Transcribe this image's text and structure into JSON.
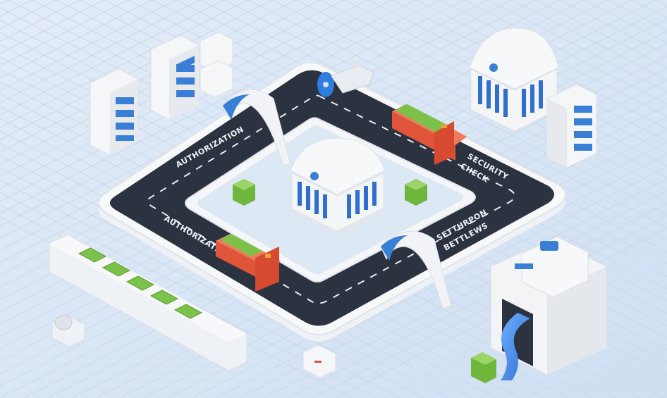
{
  "labels": {
    "authorization_top": "AUTHORIZATION",
    "authorization_left": "AUTHORIZATION",
    "security_check_1": "SECURITY",
    "security_check_2": "CHECK",
    "settlement_1": "SETTHRPON",
    "settlement_2": "BETTLEWS"
  },
  "colors": {
    "background": "#dbe7f5",
    "road": "#2b3240",
    "road_border": "#f4f6f9",
    "accent_blue": "#3a7fd6",
    "cash_green": "#7cc24a",
    "cart_red": "#e0553a",
    "building_white": "#f3f4f6"
  },
  "icons": [
    "server-rack-icon",
    "bank-building-icon",
    "satellite-dish-icon",
    "tunnel-arch-icon",
    "cash-cart-icon",
    "cash-stack-icon",
    "conveyor-icon",
    "scanner-machine-icon"
  ]
}
